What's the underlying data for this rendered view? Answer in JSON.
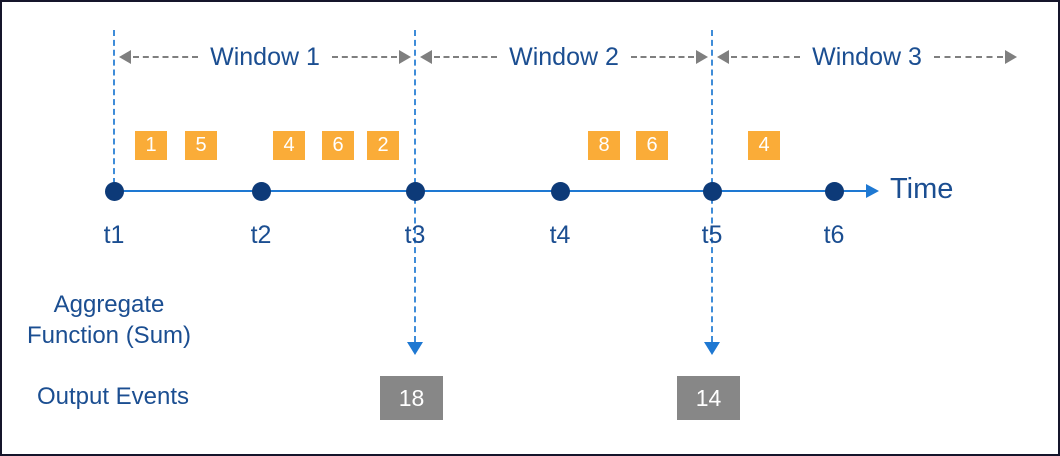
{
  "windows": {
    "labels": [
      "Window 1",
      "Window 2",
      "Window 3"
    ]
  },
  "timeline": {
    "axis_label": "Time",
    "ticks": [
      "t1",
      "t2",
      "t3",
      "t4",
      "t5",
      "t6"
    ]
  },
  "events": {
    "values": [
      "1",
      "5",
      "4",
      "6",
      "2",
      "8",
      "6",
      "4"
    ]
  },
  "aggregate": {
    "line1": "Aggregate",
    "line2": "Function (Sum)"
  },
  "output": {
    "label": "Output Events",
    "values": [
      "18",
      "14"
    ]
  },
  "colors": {
    "timeline_blue": "#1E78D2",
    "dot_navy": "#0D3A78",
    "text_blue": "#1B4E91",
    "event_orange": "#FAAC38",
    "arrow_gray": "#7F7F7F",
    "output_gray": "#878787"
  }
}
